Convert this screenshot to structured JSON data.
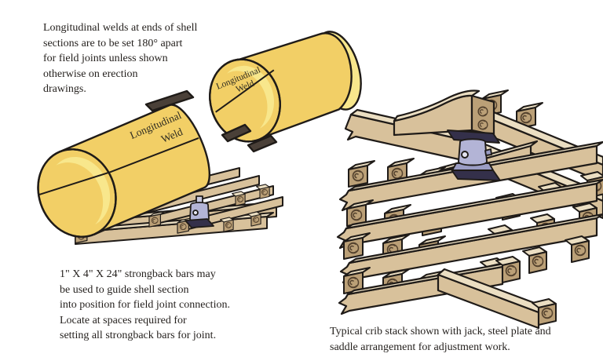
{
  "notes": {
    "erection": "Longitudinal welds at ends of shell\nsections are to be set 180° apart\nfor field joints unless shown\notherwise on erection\ndrawings.",
    "strongback": "1\" X 4\" X 24\" strongback bars may\nbe used to guide shell section\ninto position for field joint connection.\nLocate at spaces required for\nsetting all strongback bars for joint.",
    "crib_caption": "Typical crib stack shown with jack, steel plate and\nsaddle arrangement for adjustment work."
  },
  "labels": {
    "left_shell_weld": {
      "line1": "Longitudinal",
      "line2": "Weld"
    },
    "right_shell_weld": {
      "line1": "Longitudinal",
      "line2": "Weld"
    }
  },
  "colors": {
    "background": "#FFFFFF",
    "ink": "#1F1B18",
    "shell_yellow": "#F2CF66",
    "shell_yellow_light": "#F8E78C",
    "wood_face": "#D8C19B",
    "wood_top": "#EBDEC2",
    "wood_end": "#BBA077",
    "wood_grain": "#54422E",
    "steel_plate": "#34304A",
    "jack_body": "#B3B4D6",
    "text": "#231F1C"
  }
}
